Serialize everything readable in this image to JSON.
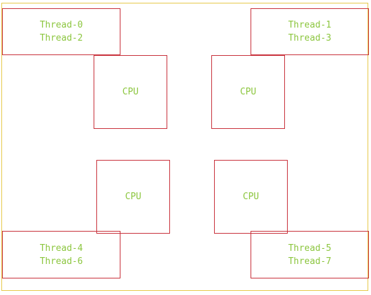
{
  "groups": [
    {
      "threads": [
        "Thread-0",
        "Thread-2"
      ],
      "cpu": "CPU"
    },
    {
      "threads": [
        "Thread-1",
        "Thread-3"
      ],
      "cpu": "CPU"
    },
    {
      "threads": [
        "Thread-4",
        "Thread-6"
      ],
      "cpu": "CPU"
    },
    {
      "threads": [
        "Thread-5",
        "Thread-7"
      ],
      "cpu": "CPU"
    }
  ],
  "colors": {
    "frame_border": "#e6c94a",
    "box_border": "#c8303a",
    "text": "#8cc63f"
  }
}
